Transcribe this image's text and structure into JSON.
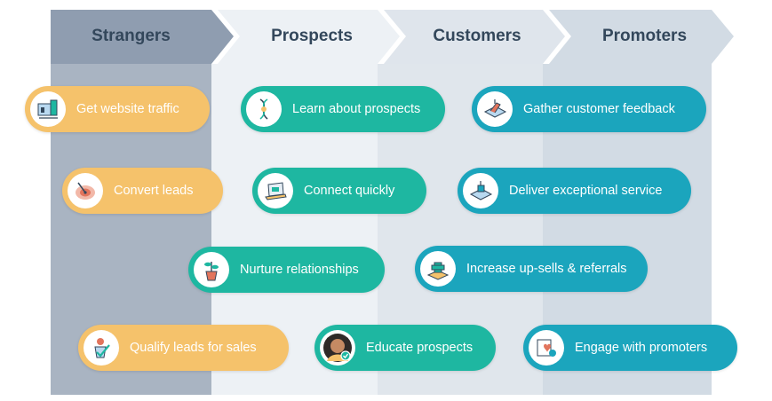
{
  "stages": [
    "Strangers",
    "Prospects",
    "Customers",
    "Promoters"
  ],
  "actions": {
    "website_traffic": "Get website traffic",
    "convert_leads": "Convert leads",
    "qualify_leads": "Qualify leads for sales",
    "learn_prospects": "Learn about prospects",
    "connect_quickly": "Connect quickly",
    "nurture": "Nurture relationships",
    "educate": "Educate prospects",
    "feedback": "Gather customer feedback",
    "service": "Deliver exceptional service",
    "upsells": "Increase up-sells & referrals",
    "promoters": "Engage with promoters"
  },
  "icons": {
    "website_traffic": "dashboard-icon",
    "convert_leads": "target-icon",
    "qualify_leads": "checklist-icon",
    "learn_prospects": "dna-icon",
    "connect_quickly": "laptop-icon",
    "nurture": "potted-plant-icon",
    "educate": "person-avatar-icon",
    "feedback": "feedback-tray-icon",
    "service": "service-tray-icon",
    "upsells": "growth-blocks-icon",
    "promoters": "heart-card-icon"
  },
  "colors": {
    "strangers": "#f5c26b",
    "prospects": "#1eb7a1",
    "customers_promoters": "#1ba5bd",
    "header_text": "#33475b"
  }
}
